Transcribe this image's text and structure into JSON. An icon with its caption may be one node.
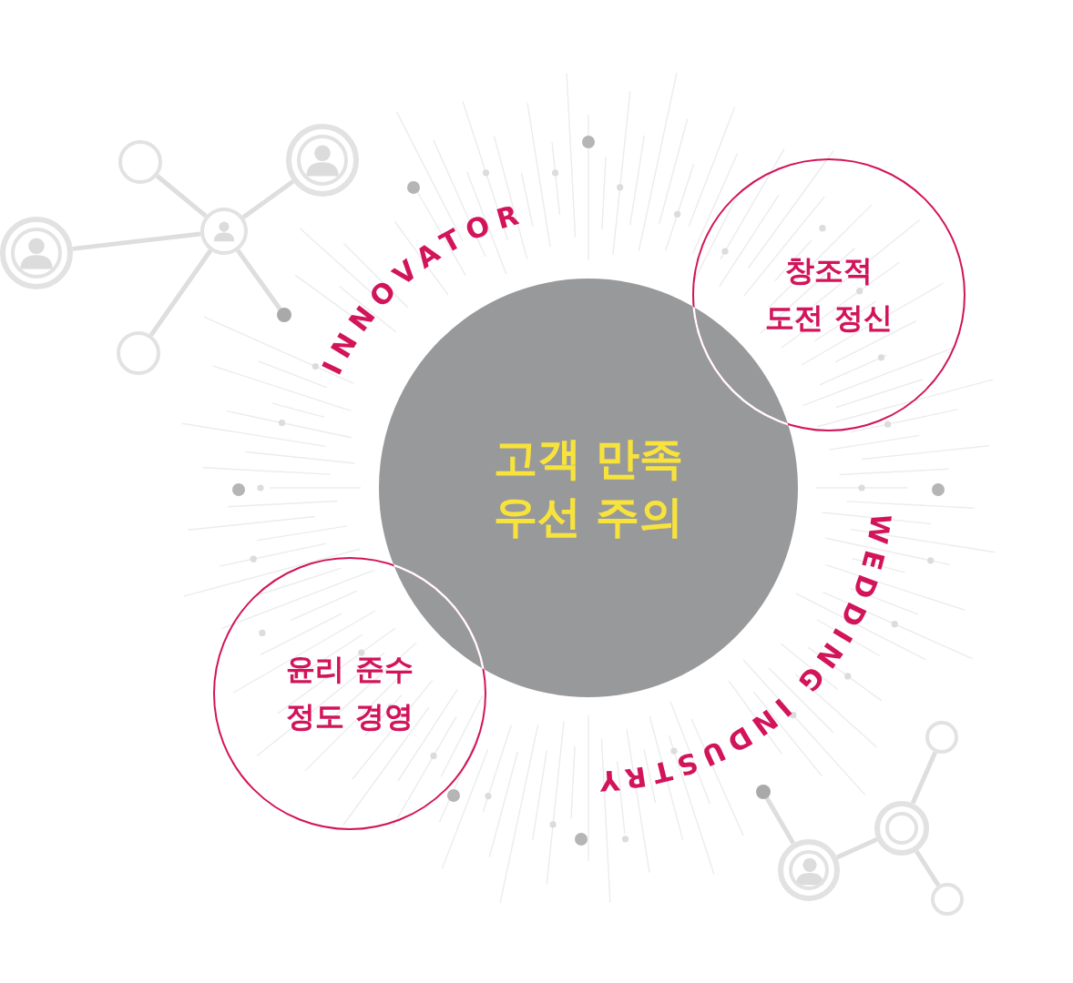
{
  "diagram": {
    "nodes": [
      {
        "text": [
          "고객 만족 우선 주의"
        ]
      },
      {
        "text": [
          "창조적 도전 정신"
        ]
      },
      {
        "text": [
          "윤리 준수 정도 경영"
        ]
      },
      {
        "text": [],
        "shape": "circle"
      },
      {
        "text": [],
        "shape": "person"
      },
      {
        "text": [],
        "shape": "person"
      },
      {
        "text": [],
        "shape": "person"
      },
      {
        "text": [],
        "shape": "circle"
      },
      {
        "text": [],
        "shape": "circle"
      },
      {
        "text": [],
        "shape": "circle"
      },
      {
        "text": [],
        "shape": "circle"
      },
      {
        "text": [],
        "shape": "circle"
      },
      {
        "text": [],
        "shape": "person"
      },
      {
        "text": [],
        "shape": "circle"
      }
    ],
    "edges": [
      {
        "from": 6,
        "to": 3,
        "arrow": "none"
      },
      {
        "from": 6,
        "to": 4,
        "arrow": "none"
      },
      {
        "from": 6,
        "to": 5,
        "arrow": "none"
      },
      {
        "from": 6,
        "to": 7,
        "arrow": "none"
      },
      {
        "from": 6,
        "to": 8,
        "arrow": "none"
      },
      {
        "from": 10,
        "to": 12,
        "arrow": "none"
      },
      {
        "from": 12,
        "to": 11,
        "arrow": "none"
      },
      {
        "from": 11,
        "to": 9,
        "arrow": "none"
      },
      {
        "from": 11,
        "to": 13,
        "arrow": "none"
      }
    ],
    "labels": [
      "INNOVATOR",
      "WEDDING INDUSTRY"
    ]
  }
}
